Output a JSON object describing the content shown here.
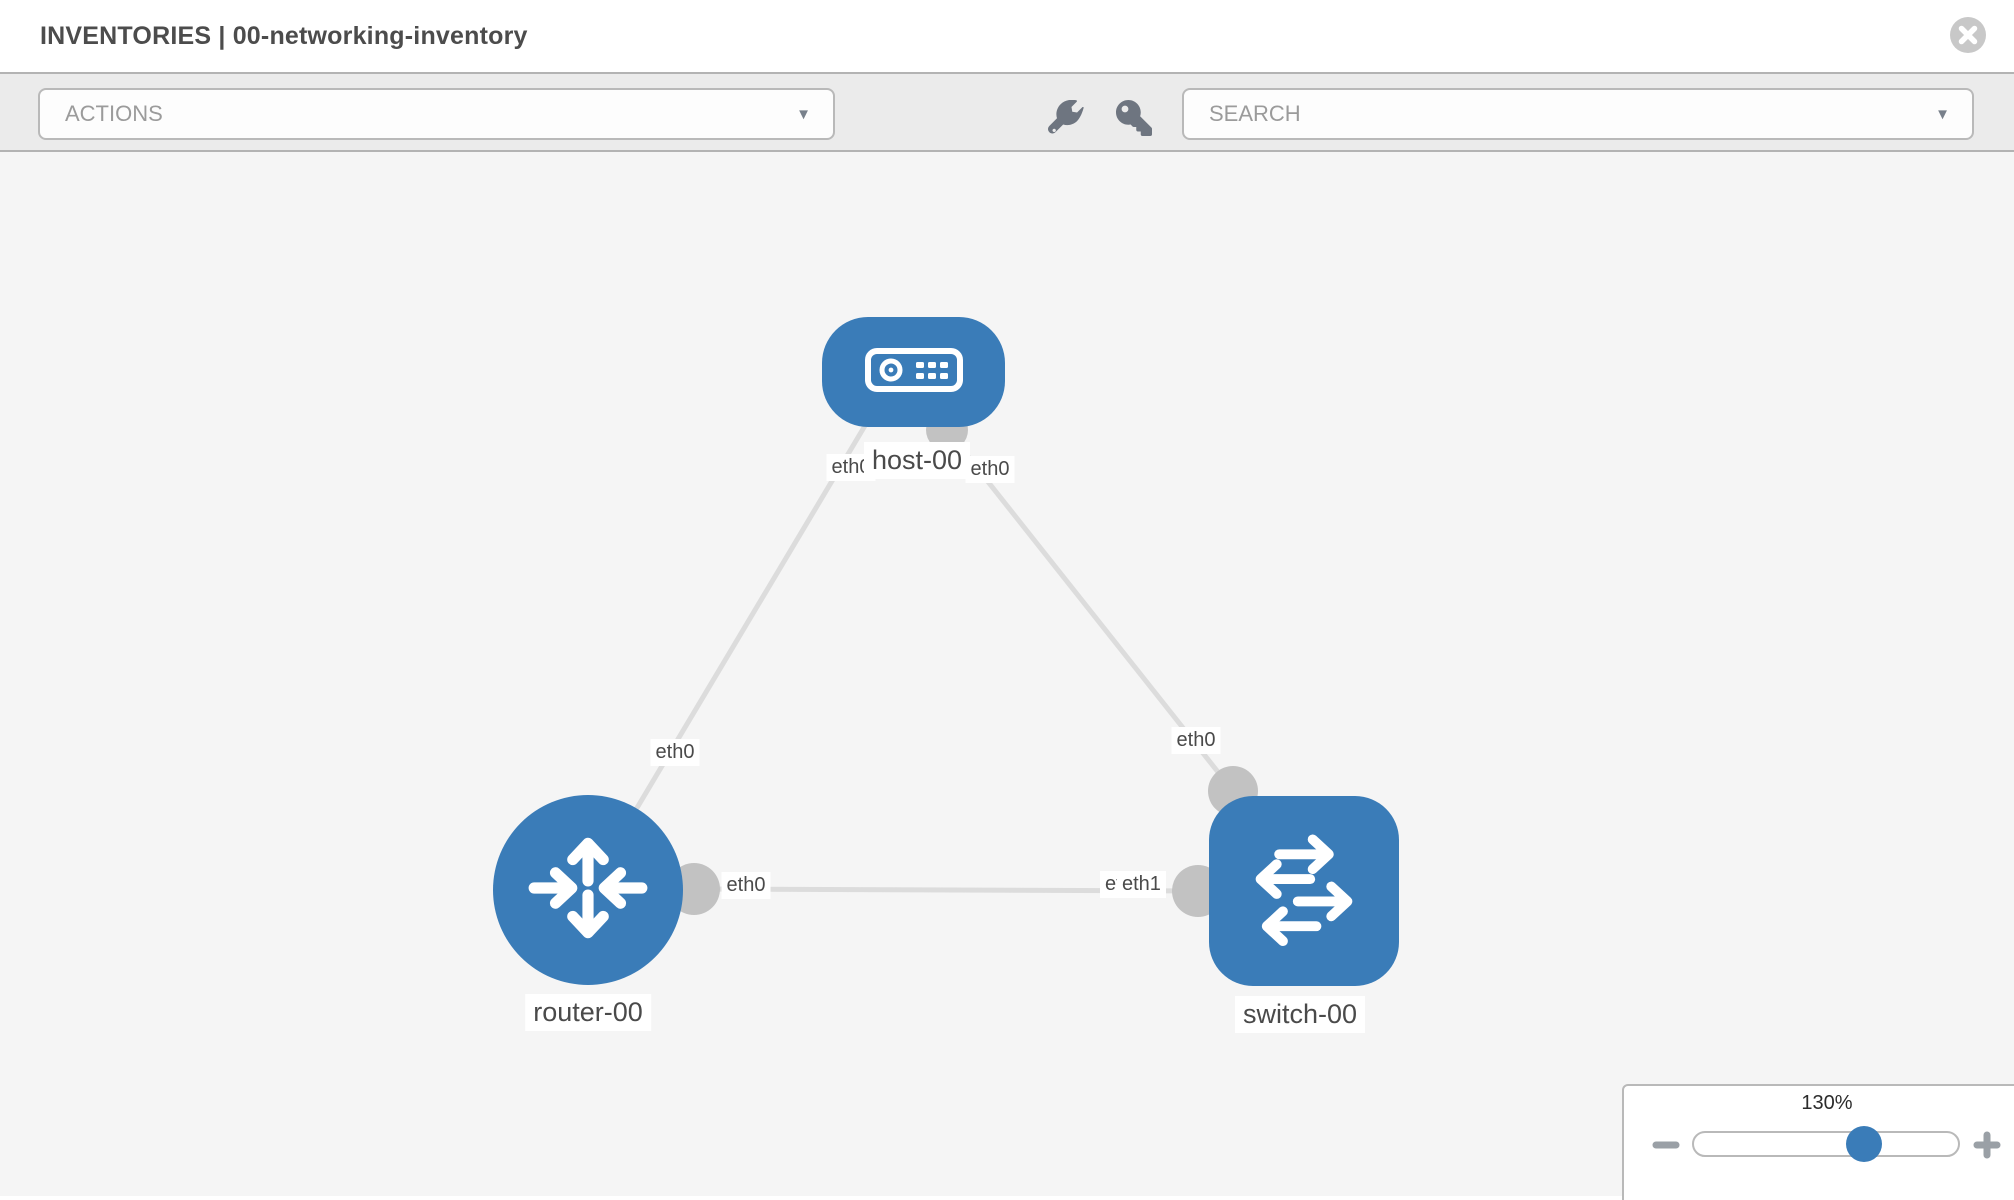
{
  "header": {
    "title": "INVENTORIES | 00-networking-inventory"
  },
  "toolbar": {
    "actions_label": "ACTIONS",
    "search_label": "SEARCH"
  },
  "diagram": {
    "nodes": [
      {
        "id": "host-00",
        "label": "host-00",
        "type": "host",
        "icon": "host-icon"
      },
      {
        "id": "router-00",
        "label": "router-00",
        "type": "router",
        "icon": "router-icon"
      },
      {
        "id": "switch-00",
        "label": "switch-00",
        "type": "switch",
        "icon": "switch-icon"
      }
    ],
    "links": [
      {
        "source": "host-00",
        "target": "router-00",
        "source_interface": "eth0",
        "target_interface": "eth0"
      },
      {
        "source": "host-00",
        "target": "switch-00",
        "source_interface": "eth0",
        "target_interface": "eth0"
      },
      {
        "source": "router-00",
        "target": "switch-00",
        "source_interface": "eth0",
        "target_interface": "eth1"
      }
    ],
    "overlapped_interface_label": "eth0"
  },
  "zoom_control": {
    "level": "130%",
    "slider_percent": 64.5
  },
  "colors": {
    "node_blue": "#3a7cb8",
    "link_gray": "#dcdcdc",
    "port_gray": "#c2c2c2",
    "toolbar_bg": "#ebebeb",
    "canvas_bg": "#f5f5f5",
    "icon_gray": "#6e7580"
  }
}
